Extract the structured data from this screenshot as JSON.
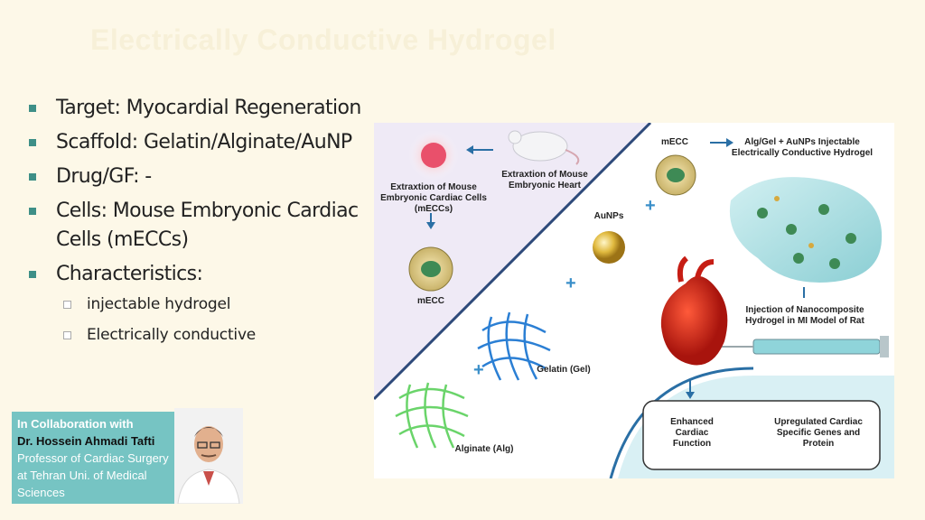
{
  "slide": {
    "title": "Electrically Conductive Hydrogel",
    "bullets": [
      "Target: Myocardial Regeneration",
      "Scaffold: Gelatin/Alginate/AuNP",
      "Drug/GF: -",
      "Cells: Mouse Embryonic Cardiac Cells (mECCs)",
      "Characteristics:"
    ],
    "sub_bullets": [
      "injectable hydrogel",
      "Electrically conductive"
    ]
  },
  "figure": {
    "extract_cells": "Extraxtion of Mouse Embryonic Cardiac Cells (mECCs)",
    "extract_heart": "Extraxtion of Mouse Embryonic Heart",
    "mecc_left": "mECC",
    "mecc_top": "mECC",
    "hydrogel_label": "Alg/Gel + AuNPs Injectable Electrically Conductive Hydrogel",
    "aunps": "AuNPs",
    "injection": "Injection of Nanocomposite Hydrogel in MI Model of Rat",
    "gelatin": "Gelatin (Gel)",
    "alginate": "Alginate (Alg)",
    "outcome_1": "Enhanced Cardiac Function",
    "outcome_2": "Upregulated Cardiac Specific Genes and Protein"
  },
  "collaboration": {
    "intro": "In Collaboration with",
    "name": "Dr. Hossein Ahmadi Tafti",
    "role": "Professor of Cardiac Surgery at Tehran Uni. of Medical Sciences"
  },
  "colors": {
    "accent": "#3e8f87",
    "box": "#76c4c3",
    "background": "#fdf8e8"
  }
}
